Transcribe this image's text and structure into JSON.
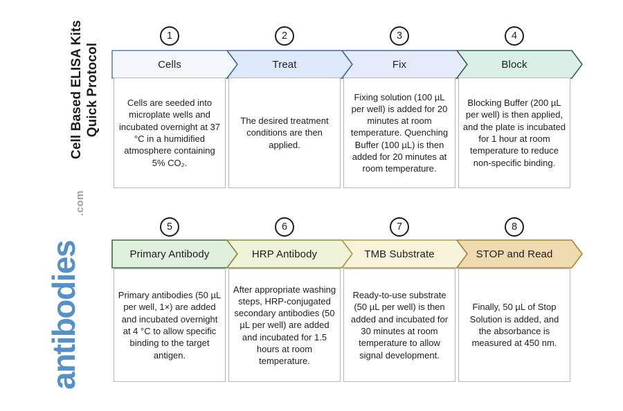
{
  "sidebar": {
    "title_line1": "Cell Based ELISA Kits",
    "title_line2": "Quick Protocol",
    "title_color": "#1c1c1c",
    "logo_text": "antibodies",
    "logo_suffix": ".com",
    "logo_color": "#5590c6",
    "logo_suffix_color": "#9aa0a4"
  },
  "steps": [
    {
      "number": "1",
      "label": "Cells",
      "description": "Cells are seeded into microplate wells and incubated overnight at 37 °C in a humidified atmosphere containing 5% CO₂.",
      "colors": {
        "fill": "#f3f7fc",
        "border": "#5b82ae"
      }
    },
    {
      "number": "2",
      "label": "Treat",
      "description": "The desired treatment conditions are then applied.",
      "colors": {
        "fill": "#dde8f8",
        "border": "#46699b"
      }
    },
    {
      "number": "3",
      "label": "Fix",
      "description": "Fixing solution (100 µL per well) is added for 20 minutes at room temperature. Quenching Buffer (100 µL) is then added for 20 minutes at room temperature.",
      "colors": {
        "fill": "#e4eafa",
        "border": "#46699b"
      }
    },
    {
      "number": "4",
      "label": "Block",
      "description": "Blocking Buffer (200 µL per well) is then applied, and the plate is incubated for 1 hour at room temperature to reduce non-specific binding.",
      "colors": {
        "fill": "#d9f0e6",
        "border": "#3c6153"
      }
    },
    {
      "number": "5",
      "label": "Primary Antibody",
      "description": "Primary antibodies (50 µL per well, 1×) are added and incubated overnight at 4 °C to allow specific binding to the target antigen.",
      "colors": {
        "fill": "#dff0dc",
        "border": "#3a6c3e"
      }
    },
    {
      "number": "6",
      "label": "HRP Antibody",
      "description": "After appropriate washing steps, HRP-conjugated secondary antibodies (50 µL per well) are added and incubated for 1.5 hours at room temperature.",
      "colors": {
        "fill": "#eef3d9",
        "border": "#8e8b3c"
      }
    },
    {
      "number": "7",
      "label": "TMB Substrate",
      "description": "Ready-to-use substrate (50 µL per well) is then added and incubated for 30 minutes at room temperature to allow signal development.",
      "colors": {
        "fill": "#f8f4d9",
        "border": "#b2964d"
      }
    },
    {
      "number": "8",
      "label": "STOP and Read",
      "description": "Finally, 50 µL of Stop Solution is added, and the absorbance is measured at 450 nm.",
      "colors": {
        "fill": "#eddaae",
        "border": "#a8823c"
      }
    }
  ]
}
